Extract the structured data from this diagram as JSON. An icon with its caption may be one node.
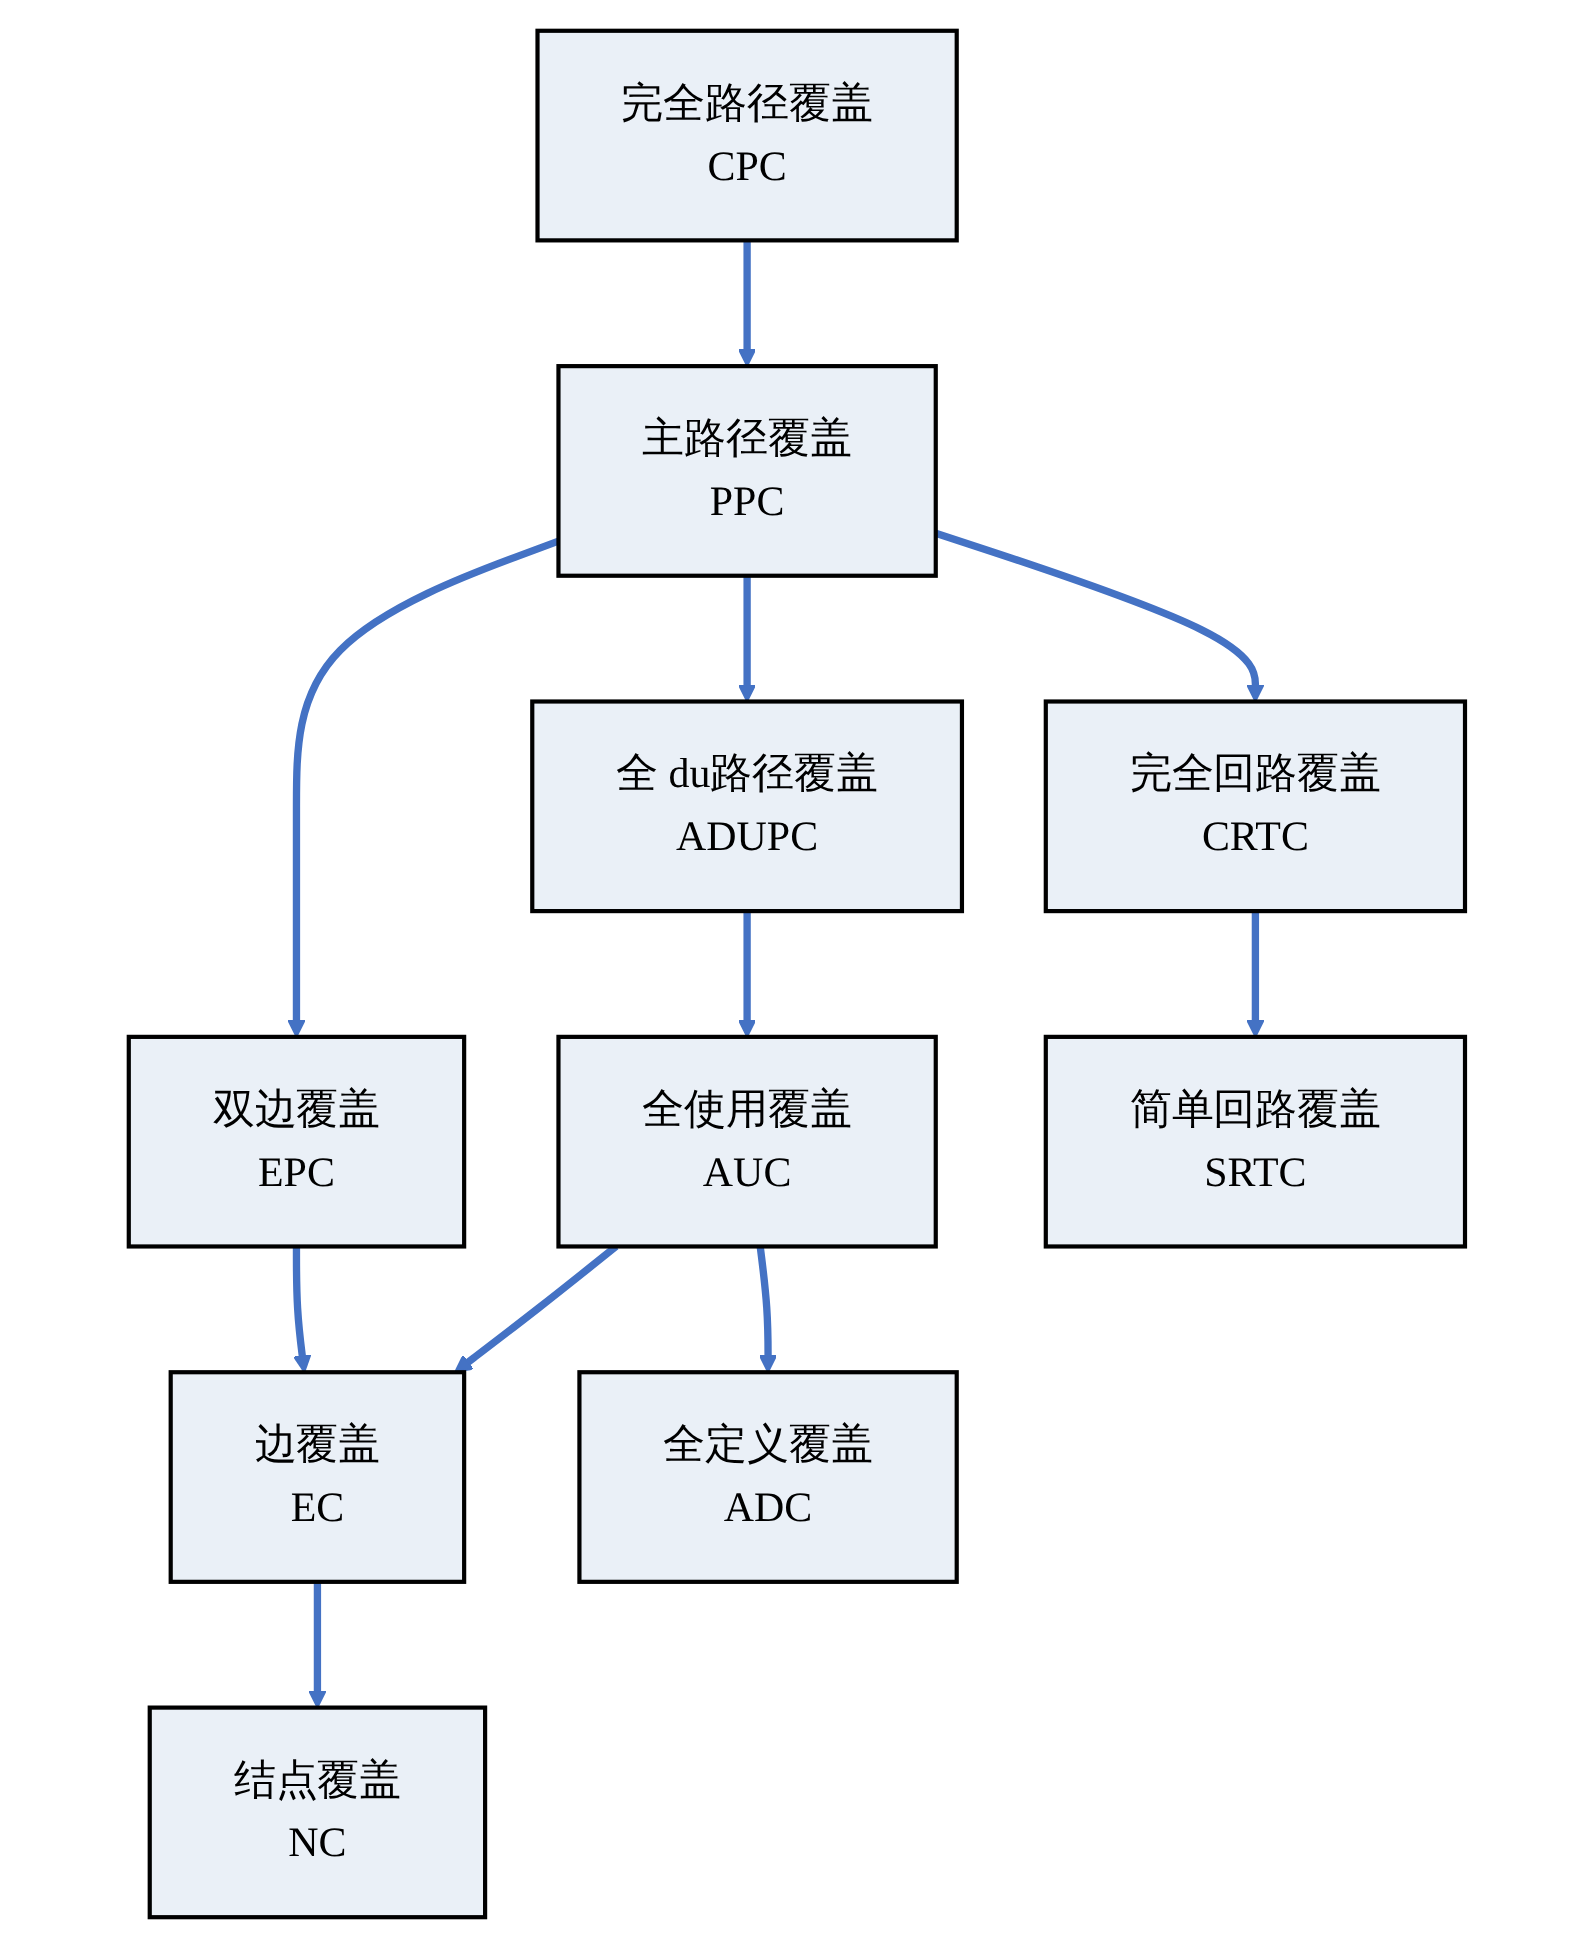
{
  "diagram": {
    "nodes": [
      {
        "text": [
          "完全路径覆盖",
          "CPC"
        ]
      },
      {
        "text": [
          "主路径覆盖",
          "PPC"
        ]
      },
      {
        "text": [
          "全 du路径覆盖",
          "ADUPC"
        ]
      },
      {
        "text": [
          "双边覆盖",
          "EPC"
        ]
      },
      {
        "text": [
          "完全回路覆盖",
          "CRTC"
        ]
      },
      {
        "text": [
          "全使用覆盖",
          "AUC"
        ]
      },
      {
        "text": [
          "边覆盖",
          "EC"
        ]
      },
      {
        "text": [
          "简单回路覆盖",
          "SRTC"
        ]
      },
      {
        "text": [
          "全定义覆盖",
          "ADC"
        ]
      },
      {
        "text": [
          "结点覆盖",
          "NC"
        ]
      }
    ],
    "edges": [
      {
        "from": 0,
        "to": 1,
        "arrow": "to"
      },
      {
        "from": 1,
        "to": 2,
        "arrow": "to"
      },
      {
        "from": 1,
        "to": 3,
        "arrow": "to"
      },
      {
        "from": 1,
        "to": 4,
        "arrow": "to"
      },
      {
        "from": 2,
        "to": 5,
        "arrow": "to"
      },
      {
        "from": 3,
        "to": 6,
        "arrow": "to"
      },
      {
        "from": 4,
        "to": 7,
        "arrow": "to"
      },
      {
        "from": 5,
        "to": 8,
        "arrow": "to"
      },
      {
        "from": 5,
        "to": 6,
        "arrow": "to"
      },
      {
        "from": 6,
        "to": 9,
        "arrow": "to"
      }
    ]
  }
}
